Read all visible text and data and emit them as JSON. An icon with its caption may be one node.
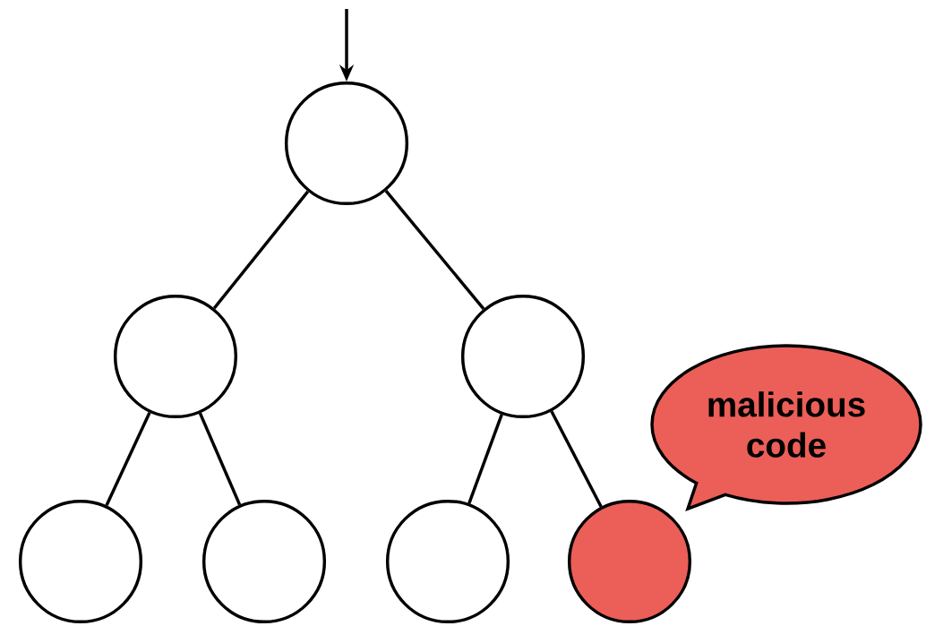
{
  "diagram": {
    "nodes": [
      {
        "text": [],
        "shape": "circle"
      },
      {
        "text": [],
        "shape": "circle"
      },
      {
        "text": [],
        "shape": "circle"
      },
      {
        "text": [],
        "shape": "circle"
      },
      {
        "text": [],
        "shape": "circle"
      },
      {
        "text": [],
        "shape": "circle"
      },
      {
        "text": [],
        "shape": "circle"
      },
      {
        "text": [
          "malicious code"
        ]
      }
    ],
    "edges": [
      {
        "from": null,
        "to": 0,
        "arrow": "to"
      },
      {
        "from": 0,
        "to": 1,
        "arrow": "none"
      },
      {
        "from": 0,
        "to": 2,
        "arrow": "none"
      },
      {
        "from": 1,
        "to": 3,
        "arrow": "none"
      },
      {
        "from": 1,
        "to": 4,
        "arrow": "none"
      },
      {
        "from": 2,
        "to": 5,
        "arrow": "none"
      },
      {
        "from": 2,
        "to": 6,
        "arrow": "none"
      }
    ]
  }
}
